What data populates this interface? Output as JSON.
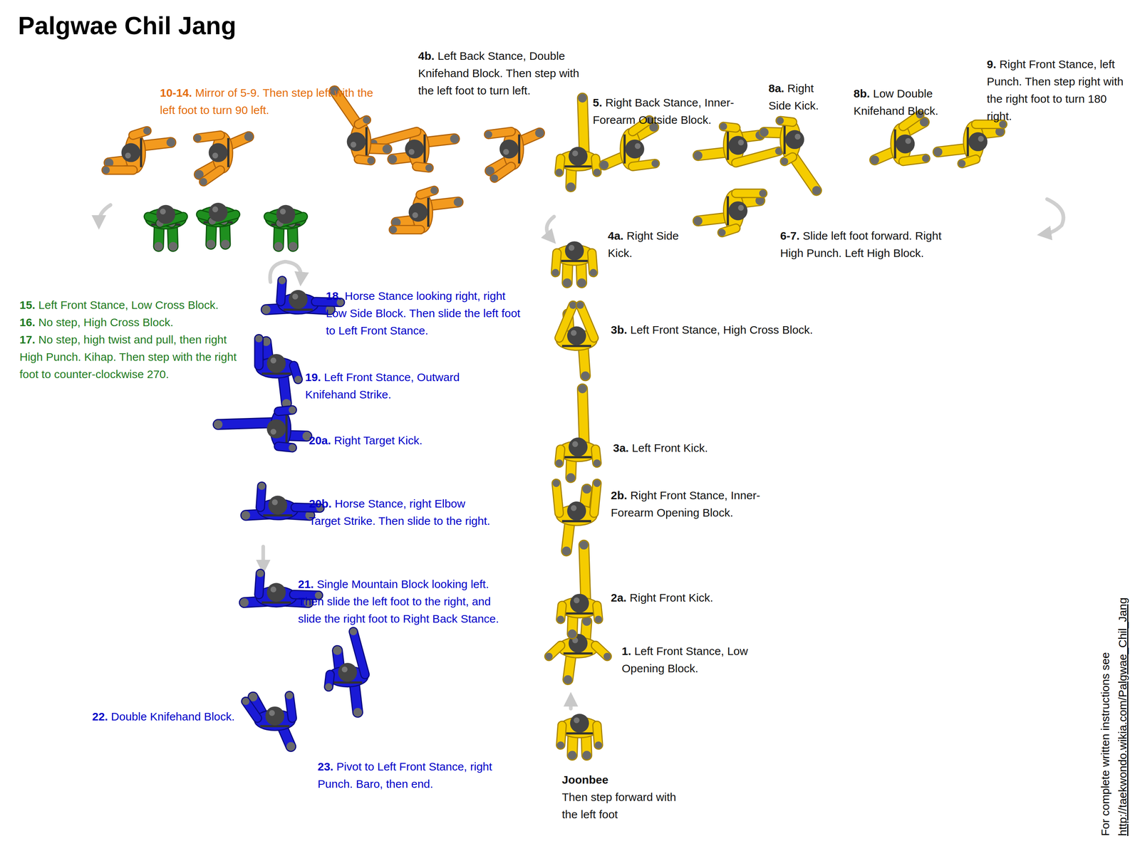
{
  "diagram": {
    "title": "Palgwae Chil Jang",
    "labels": [
      "10-14.",
      "Mirror of 5-9. Then step left with the left foot to turn 90 left.",
      "4b.",
      "Left Back Stance, Double Knifehand Block. Then step with the left foot to turn left.",
      "5.",
      "Right Back Stance, Inner-Forearm Outside Block.",
      "8a.",
      "Right Side Kick.",
      "8b.",
      "Low Double Knifehand Block.",
      "9.",
      "Right Front Stance, left Punch. Then step right with the right foot to turn 180 right.",
      "4a.",
      "Right Side Kick.",
      "6-7.",
      "Slide left foot forward. Right High Punch. Left High Block.",
      "15.",
      "Left Front Stance, Low Cross Block.",
      "16.",
      "No step, High Cross Block.",
      "17.",
      "No step, high twist and pull, then right High Punch. Kihap. Then step with the right foot to counter-clockwise 270.",
      "18.",
      "Horse Stance looking right, right Low Side Block. Then slide the left foot to Left Front Stance.",
      "3b.",
      "Left Front Stance, High Cross Block.",
      "19.",
      "Left Front Stance, Outward Knifehand Strike.",
      "20a.",
      "Right Target Kick.",
      "3a.",
      "Left Front Kick.",
      "20b.",
      "Horse Stance, right Elbow Target Strike. Then slide to the right.",
      "2b.",
      "Right Front Stance, Inner-Forearm Opening Block.",
      "21.",
      "Single Mountain Block looking left. Then slide the left foot to the right, and slide the right foot to Right Back Stance.",
      "2a.",
      "Right Front Kick.",
      "1.",
      "Left Front Stance, Low Opening Block.",
      "22.",
      "Double Knifehand Block.",
      "23.",
      "Pivot to Left Front Stance, right Punch. Baro, then end.",
      "Joonbee",
      "Then step forward with the left foot",
      "For complete written instructions see",
      "http://taekwondo.wikia.com/Palgwae_Chil_Jang"
    ]
  }
}
